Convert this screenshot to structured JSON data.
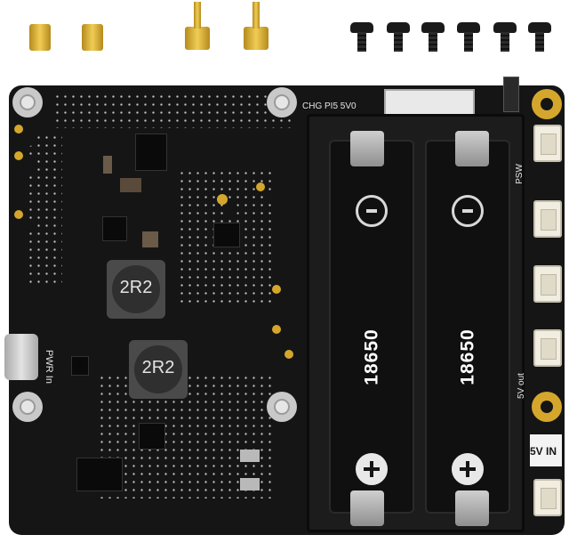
{
  "product": {
    "inductor_marking": "2R2",
    "cell_marking": "18650"
  },
  "silkscreen": {
    "power_header": "CHG PI5 5V0",
    "input_port": "PWR In",
    "switch_label": "PSW",
    "output_label": "5V out",
    "input_label": "5V IN"
  },
  "colors": {
    "board": "#151515",
    "copper_gold": "#d4a72c",
    "connector": "#f1ede0"
  },
  "hardware": {
    "brass_standoffs_short": 2,
    "brass_standoffs_long": 2,
    "screws": 6,
    "battery_slots": 2
  }
}
